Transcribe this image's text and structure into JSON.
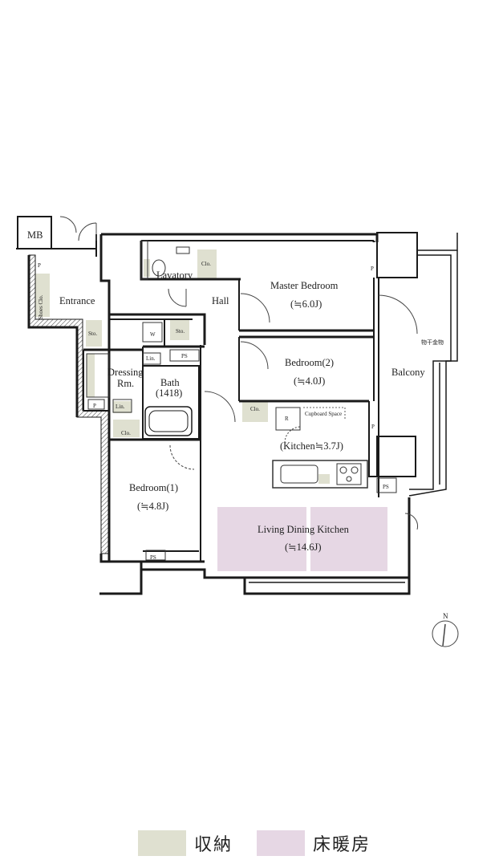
{
  "colors": {
    "storage": "#dfe0d0",
    "floor_heating": "#e6d7e4",
    "wall": "#1a1a1a",
    "hatch": "#555555"
  },
  "rooms": {
    "mb": "MB",
    "entrance": "Entrance",
    "shoes_clo": "Shoes Clo.",
    "lavatory": "Lavatory",
    "hall": "Hall",
    "master_bedroom": "Master Bedroom",
    "master_bedroom_size": "(≒6.0J)",
    "bedroom2": "Bedroom(2)",
    "bedroom2_size": "(≒4.0J)",
    "balcony": "Balcony",
    "dressing_line1": "Dressing",
    "dressing_line2": "Rm.",
    "bath_line1": "Bath",
    "bath_line2": "(1418)",
    "bedroom1": "Bedroom(1)",
    "bedroom1_size": "(≒4.8J)",
    "kitchen": "(Kitchen≒3.7J)",
    "ldk": "Living Dining Kitchen",
    "ldk_size": "(≒14.6J)",
    "cupboard_space": "Cupboard Space"
  },
  "fixtures": {
    "clo": "Clo.",
    "sto": "Sto.",
    "lin": "Lin.",
    "ps": "PS",
    "p": "P",
    "w": "W",
    "r": "R",
    "laundry_fitting": "物干金物"
  },
  "compass": {
    "label": "N"
  },
  "legend": {
    "storage": "収納",
    "floor_heating": "床暖房"
  }
}
